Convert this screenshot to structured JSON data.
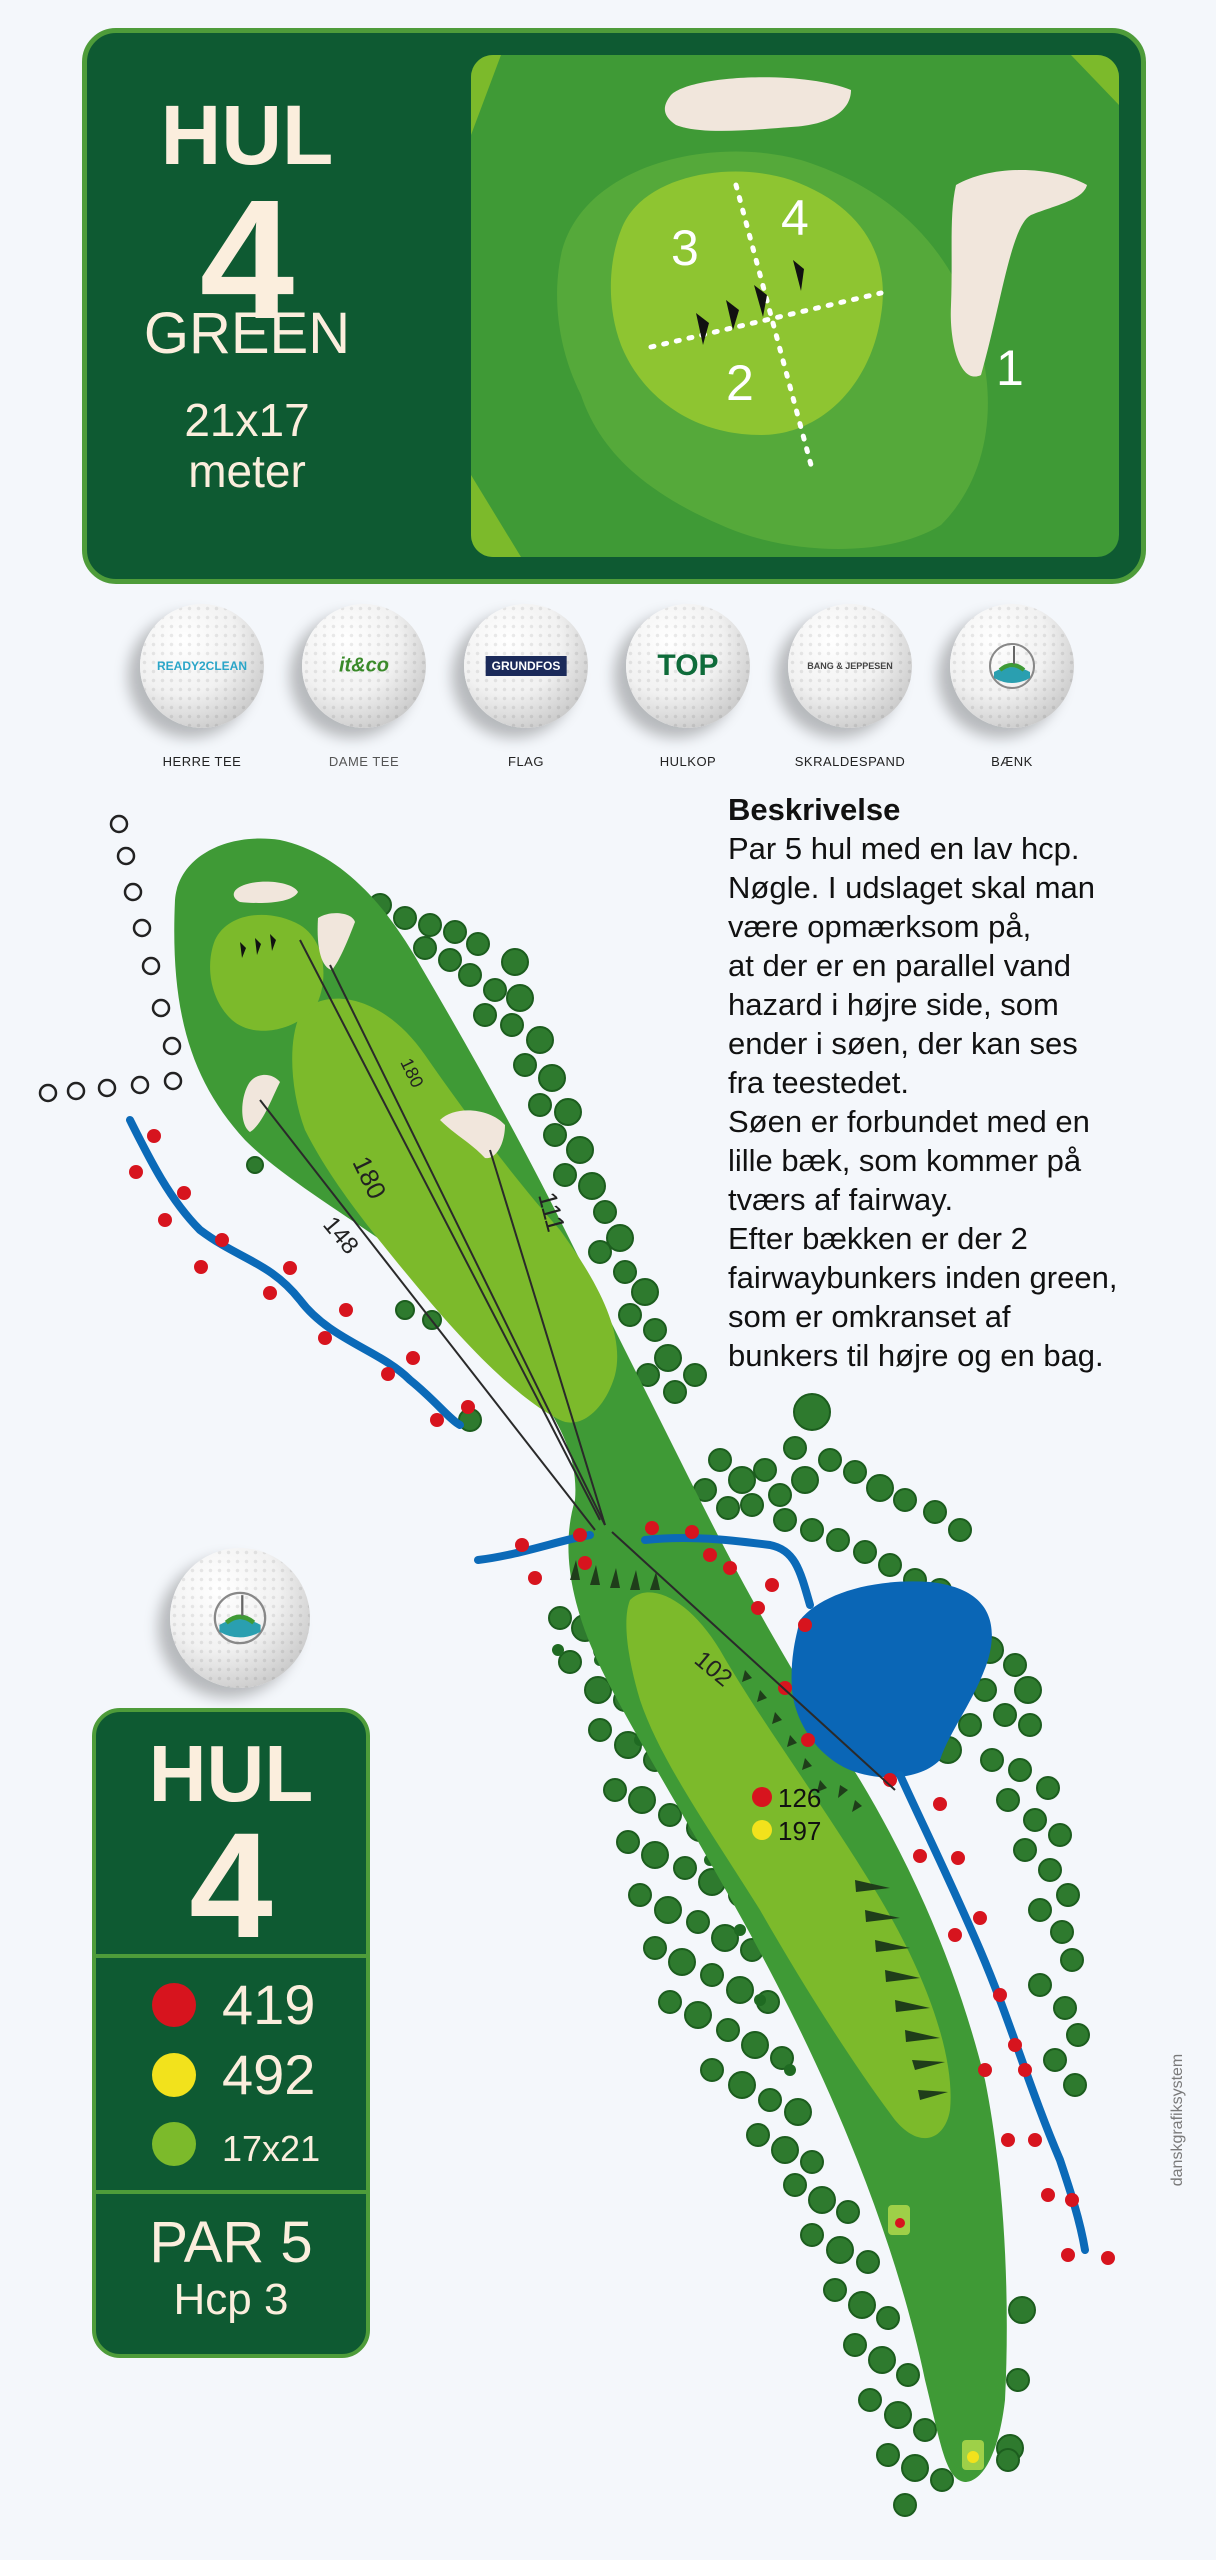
{
  "green_panel": {
    "hole_word": "HUL",
    "hole_number": "4",
    "green_word": "GREEN",
    "dimensions_line1": "21x17",
    "dimensions_line2": "meter",
    "pin_positions": [
      "1",
      "2",
      "3",
      "4"
    ]
  },
  "legend": [
    {
      "label": "HERRE TEE",
      "logo": "READY2CLEAN"
    },
    {
      "label": "DAME TEE",
      "logo": "it&co"
    },
    {
      "label": "FLAG",
      "logo": "GRUNDFOS"
    },
    {
      "label": "HULKOP",
      "logo": "TOP"
    },
    {
      "label": "SKRALDESPAND",
      "logo": "BANG & JEPPESEN"
    },
    {
      "label": "BÆNK",
      "logo": "golf-club-logo"
    }
  ],
  "description": {
    "title": "Beskrivelse",
    "text": "Par 5 hul med en lav hcp.\nNøgle. I udslaget skal man\nvære opmærksom på,\nat der er en parallel vand\nhazard i højre side, som\nender i søen, der kan ses\nfra teestedet.\nSøen er forbundet med en\nlille bæk, som kommer på\ntværs af fairway.\nEfter bækken er der 2\nfairwaybunkers inden green,\nsom er omkranset af\nbunkers til højre og en bag."
  },
  "course_map": {
    "distances": [
      "180",
      "180",
      "111",
      "148",
      "102"
    ],
    "markers": [
      {
        "value": "126",
        "color": "#d7141e"
      },
      {
        "value": "197",
        "color": "#f2e21c"
      }
    ]
  },
  "score_card": {
    "hole_word": "HUL",
    "hole_number": "4",
    "red_tee_length": "419",
    "yellow_tee_length": "492",
    "green_size": "17x21",
    "par": "PAR 5",
    "hcp": "Hcp 3",
    "colors": {
      "red": "#d7141e",
      "yellow": "#f2e21c",
      "green": "#7cba2b"
    }
  },
  "credit": "danskgrafiksystem"
}
